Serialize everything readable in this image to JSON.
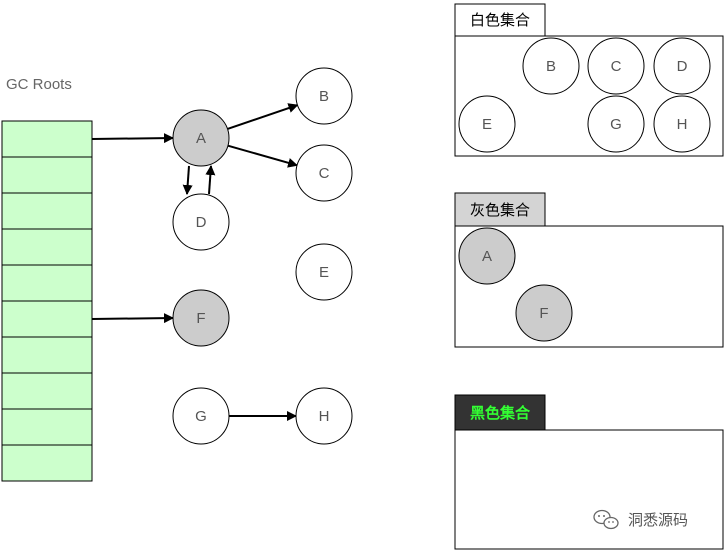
{
  "gc_roots_label": "GC Roots",
  "graph": {
    "nodes": [
      {
        "id": "A",
        "label": "A",
        "color": "gray"
      },
      {
        "id": "B",
        "label": "B",
        "color": "white"
      },
      {
        "id": "C",
        "label": "C",
        "color": "white"
      },
      {
        "id": "D",
        "label": "D",
        "color": "white"
      },
      {
        "id": "E",
        "label": "E",
        "color": "white"
      },
      {
        "id": "F",
        "label": "F",
        "color": "gray"
      },
      {
        "id": "G",
        "label": "G",
        "color": "white"
      },
      {
        "id": "H",
        "label": "H",
        "color": "white"
      }
    ],
    "edges": [
      {
        "from": "root-1",
        "to": "A"
      },
      {
        "from": "root-6",
        "to": "F"
      },
      {
        "from": "A",
        "to": "B"
      },
      {
        "from": "A",
        "to": "C"
      },
      {
        "from": "A",
        "to": "D"
      },
      {
        "from": "D",
        "to": "A"
      },
      {
        "from": "G",
        "to": "H"
      }
    ]
  },
  "sets": {
    "white": {
      "title": "白色集合",
      "members": [
        "B",
        "C",
        "D",
        "E",
        "G",
        "H"
      ]
    },
    "gray": {
      "title": "灰色集合",
      "members": [
        "A",
        "F"
      ]
    },
    "black": {
      "title": "黑色集合",
      "members": []
    }
  },
  "colors": {
    "root_fill": "#ccffcc",
    "gray_node_fill": "#cccccc",
    "white_node_fill": "#ffffff",
    "black_tab_fill": "#333333",
    "black_tab_text": "#33ff33",
    "gray_tab_fill": "#d4d4d4",
    "stroke": "#000000"
  },
  "watermark": "洞悉源码"
}
